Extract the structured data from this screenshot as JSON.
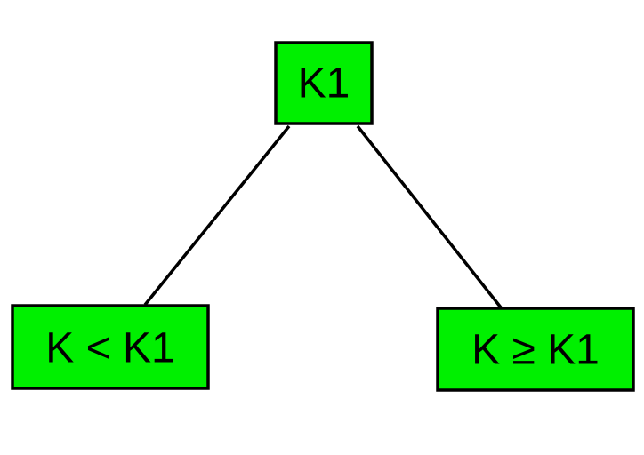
{
  "diagram": {
    "node_color": "#00f000",
    "edge_color": "#000000",
    "nodes": {
      "root": {
        "label": "K1"
      },
      "left": {
        "label": "K < K1"
      },
      "right": {
        "label": "K ≥ K1"
      }
    },
    "edges": [
      {
        "from": "root",
        "to": "left"
      },
      {
        "from": "root",
        "to": "right"
      }
    ]
  }
}
